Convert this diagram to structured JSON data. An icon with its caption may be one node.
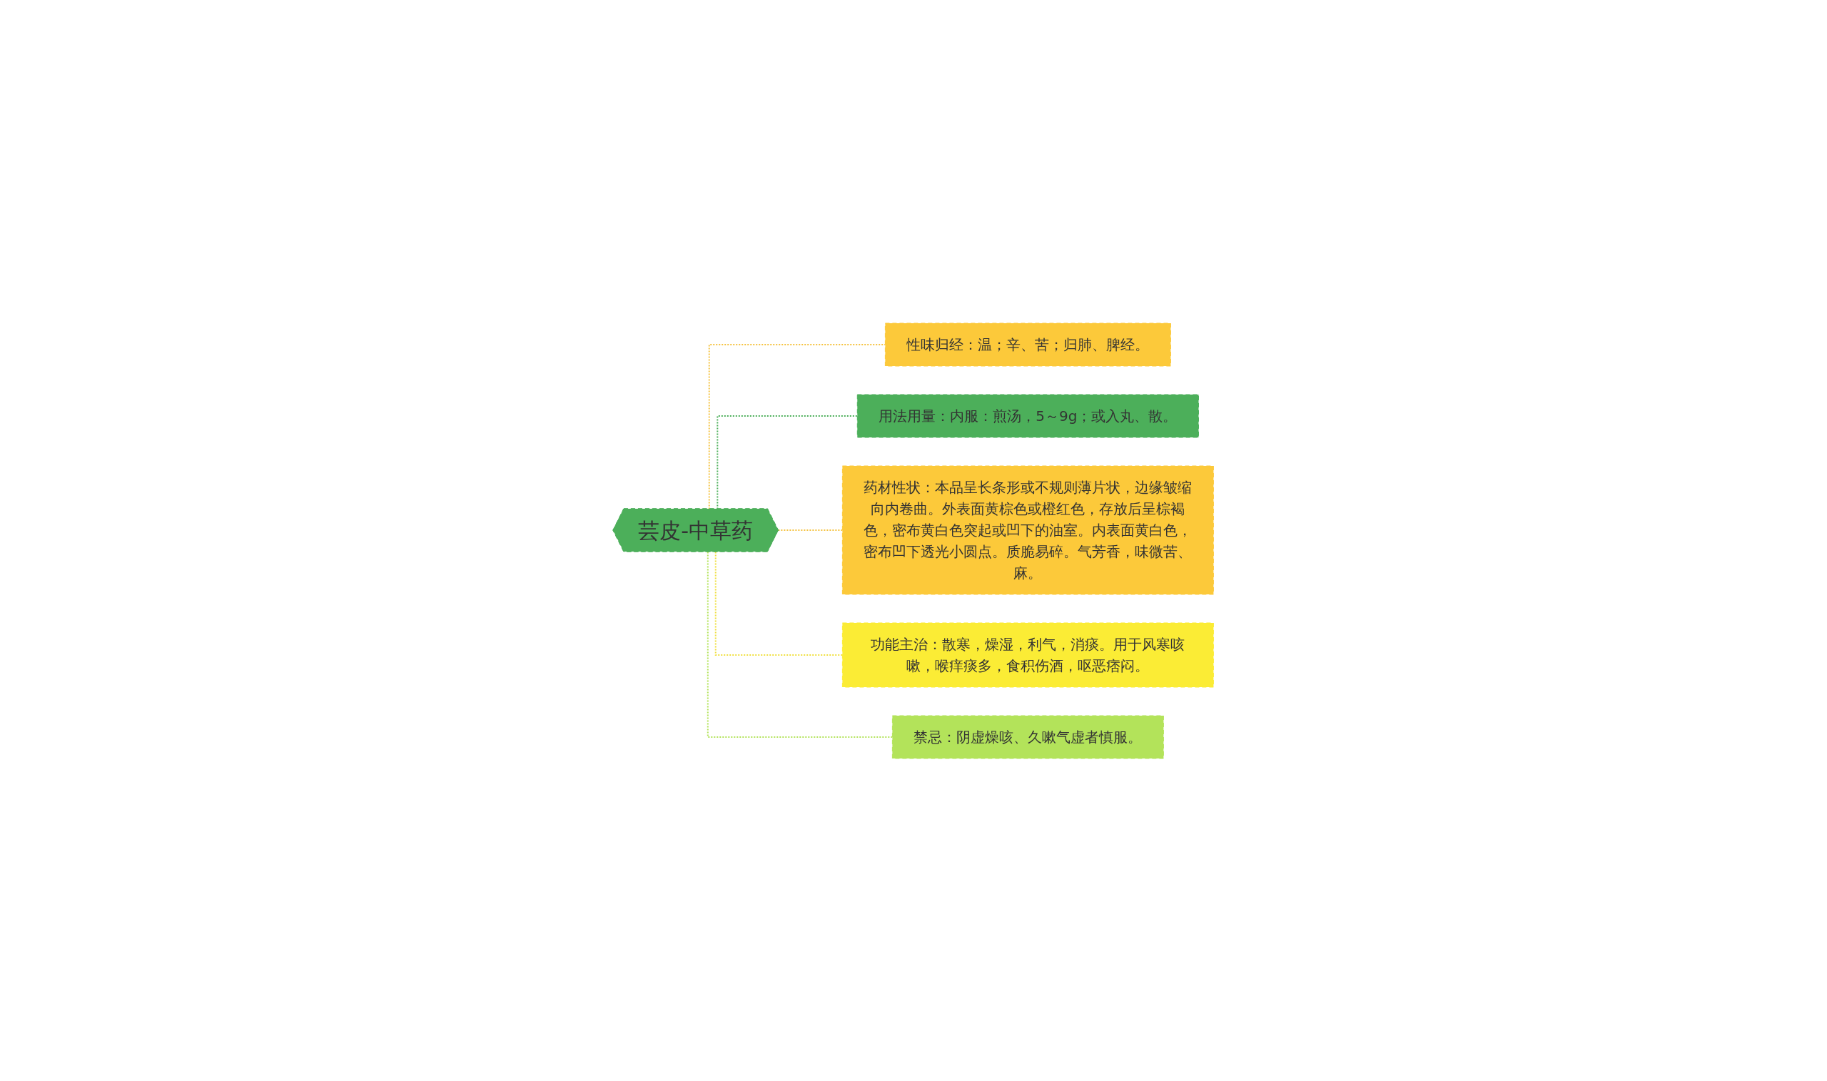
{
  "diagram": {
    "nodes": [
      {
        "text": [
          "芸皮-中草药"
        ]
      },
      {
        "text": [
          "性味归经：温；辛、苦；归肺、脾经。"
        ]
      },
      {
        "text": [
          "用法用量：内服：煎汤，5～9g；或入丸、散。"
        ]
      },
      {
        "text": [
          "药材性状：本品呈长条形或不规则薄片状，边缘皱缩向内卷曲。外表面黄棕色或橙红色，存放后呈棕褐色，密布黄白色突起或凹下的油室。内表面黄白色，密布凹下透光小圆点。质脆易碎。气芳香，味微苦、麻。"
        ]
      },
      {
        "text": [
          "功能主治：散寒，燥湿，利气，消痰。用于风寒咳嗽，喉痒痰多，食积伤酒，呕恶痞闷。"
        ]
      },
      {
        "text": [
          "禁忌：阴虚燥咳、久嗽气虚者慎服。"
        ]
      }
    ],
    "edges": [
      {
        "from": 0,
        "to": 1,
        "arrow": "none",
        "style": "dashed",
        "color": "#f5c342"
      },
      {
        "from": 0,
        "to": 2,
        "arrow": "none",
        "style": "dashed",
        "color": "#4caf5a"
      },
      {
        "from": 0,
        "to": 3,
        "arrow": "none",
        "style": "dashed",
        "color": "#f5c342"
      },
      {
        "from": 0,
        "to": 4,
        "arrow": "none",
        "style": "dashed",
        "color": "#f0e040"
      },
      {
        "from": 0,
        "to": 5,
        "arrow": "none",
        "style": "dashed",
        "color": "#b3e35a"
      }
    ]
  }
}
